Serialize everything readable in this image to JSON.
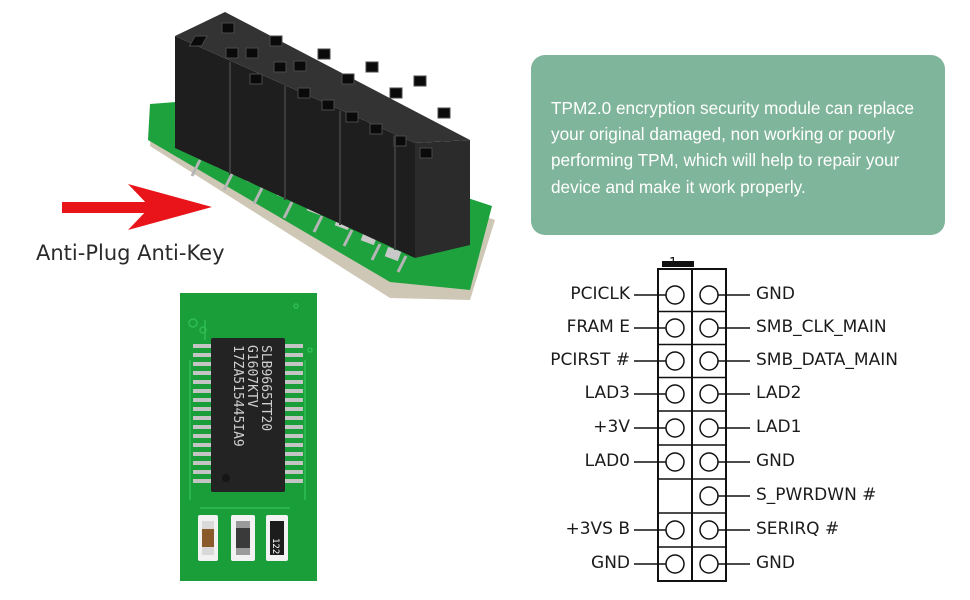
{
  "callout": {
    "text": "TPM2.0 encryption security module can replace your original damaged, non working or poorly performing TPM, which will help to repair your device and make it work properly."
  },
  "anti_label": "Anti-Plug Anti-Key",
  "chip_text": [
    "SLB9665TT20",
    "G1607KTV",
    "17ZA515445IA9"
  ],
  "resistor_label": "122",
  "header": {
    "pin1_marker": "1",
    "rows": [
      {
        "left": "PCICLK",
        "right": "GND"
      },
      {
        "left": "FRAM E",
        "right": "SMB_CLK_MAIN"
      },
      {
        "left": "PCIRST #",
        "right": "SMB_DATA_MAIN"
      },
      {
        "left": "LAD3",
        "right": "LAD2"
      },
      {
        "left": "+3V",
        "right": "LAD1"
      },
      {
        "left": "LAD0",
        "right": "GND"
      },
      {
        "left": "",
        "right": "S_PWRDWN #"
      },
      {
        "left": "+3VS B",
        "right": "SERIRQ #"
      },
      {
        "left": "GND",
        "right": "GND"
      }
    ]
  },
  "colors": {
    "callout_bg": "#7fb59a",
    "pcb_green": "#1a9e3a",
    "arrow_red": "#e8141a"
  }
}
